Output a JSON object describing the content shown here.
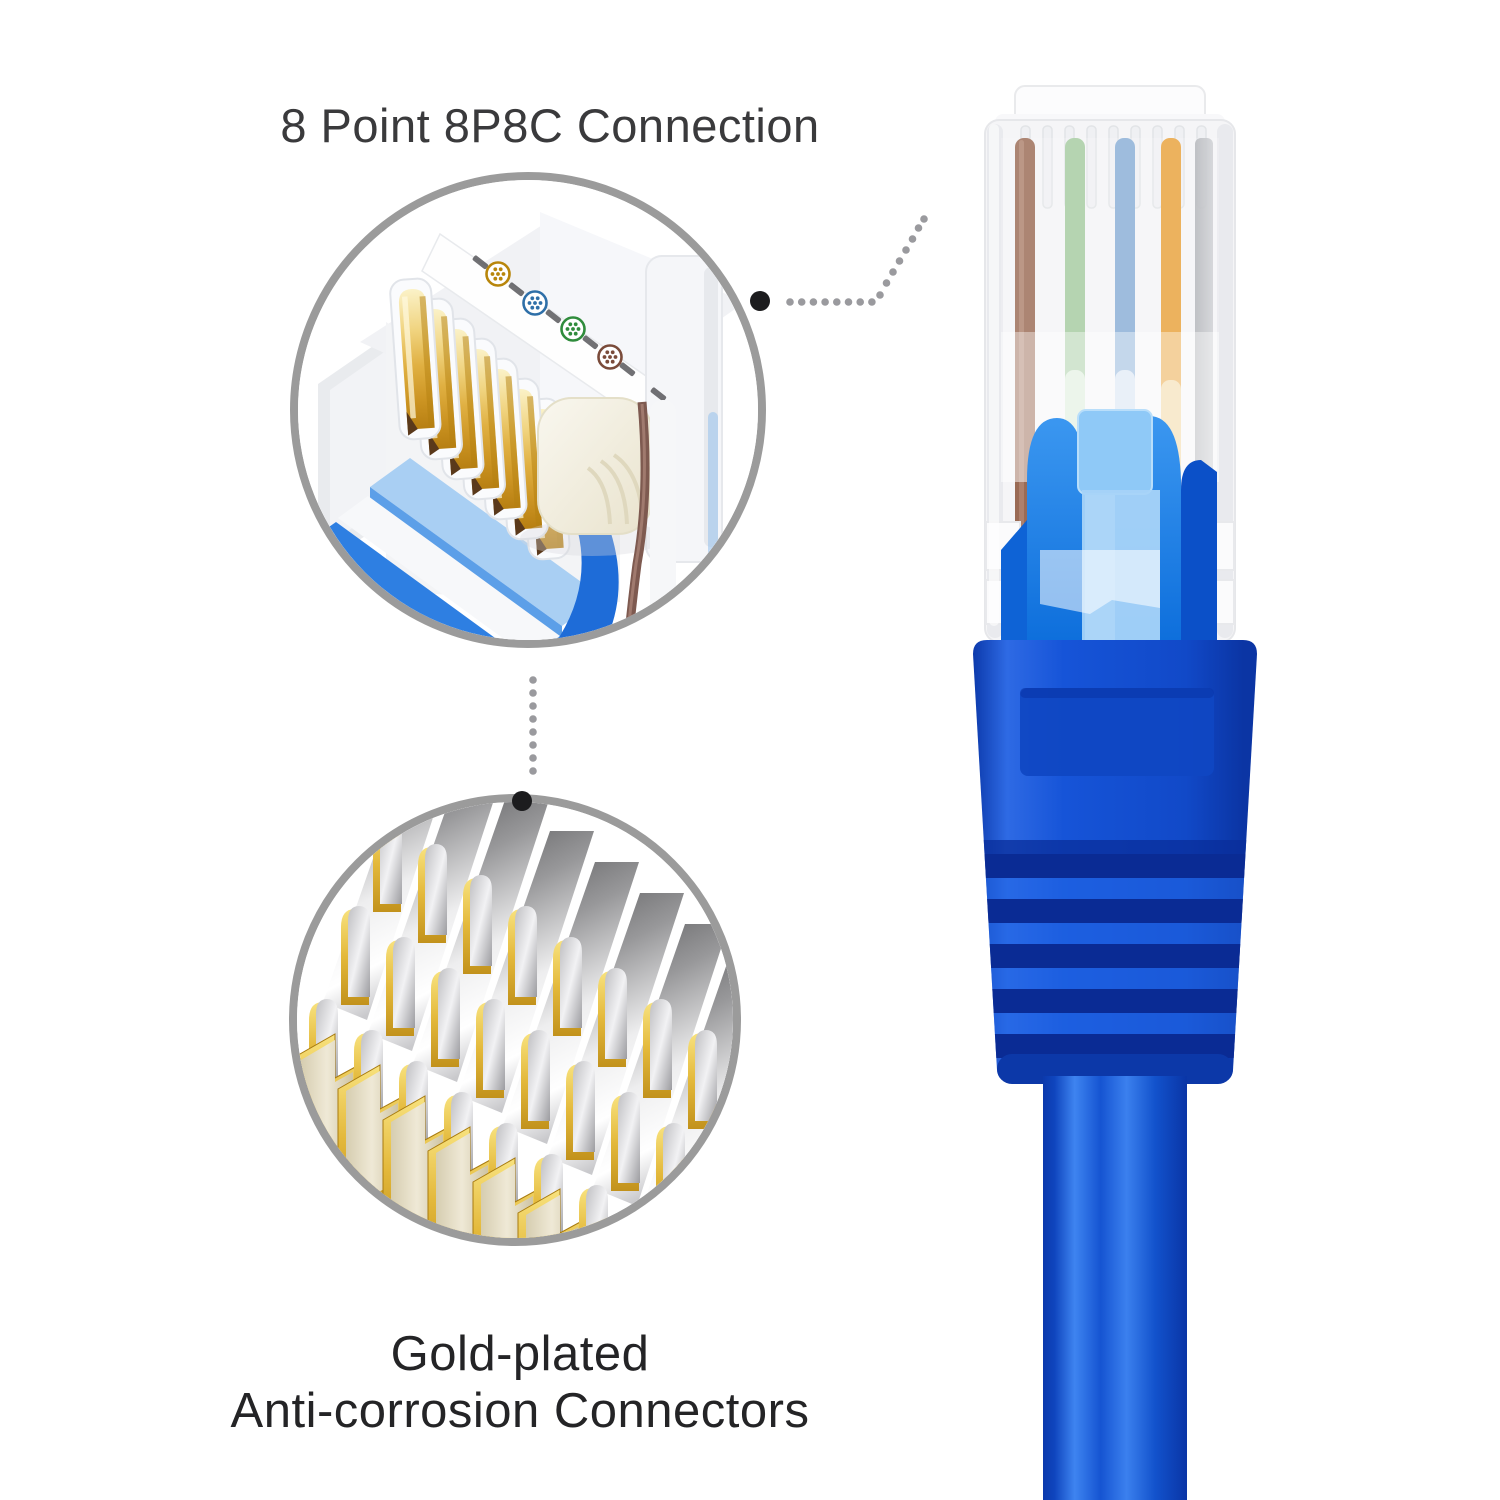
{
  "title": "8 Point 8P8C Connection",
  "caption": {
    "line1": "Gold-plated",
    "line2": "Anti-corrosion Connectors"
  },
  "callouts": {
    "top_circle": "rj45-connector-internal-pin-detail",
    "bottom_circle": "gold-plated-contact-pin-detail"
  },
  "colors": {
    "circle_border": "#9b9b9b",
    "text_title": "#3a3a3c",
    "text_caption": "#242426",
    "gold": "#d8ac35",
    "cable_blue": "#1557d8",
    "boot_blue": "#1149c8",
    "rib_dark_blue": "#0a2b94",
    "latch_light_blue": "#8fc9f7",
    "wire_brown": "#9a6b55",
    "wire_green": "#a5cba0",
    "wire_blue": "#89aed6",
    "wire_orange": "#e8a23b",
    "leader_dot_gray": "#9a9a9e",
    "leader_dot_black": "#1c1c1e"
  }
}
